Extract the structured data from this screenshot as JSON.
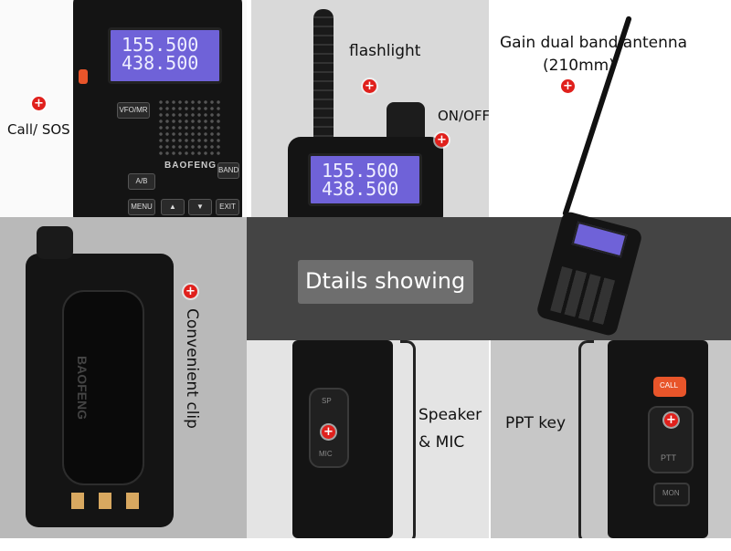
{
  "labels": {
    "flashlight": "flashlight",
    "antenna_line1": "Gain dual band antenna",
    "antenna_line2": "(210mm)",
    "on_off": "ON/OFF",
    "call_sos": "Call/ SOS",
    "details": "Dtails showing",
    "clip": "Convenient clip",
    "speaker_line1": "Speaker",
    "speaker_line2": "& MIC",
    "ptt": "PPT key"
  },
  "lcd": {
    "freq1": "155.500",
    "freq2": "438.500"
  },
  "keys": {
    "vfo": "VFO/MR",
    "ab": "A/B",
    "band": "BAND",
    "menu": "MENU",
    "exit": "EXIT"
  },
  "device": {
    "brand": "BAOFENG",
    "sp": "SP",
    "mic": "MIC",
    "ptt": "PTT",
    "call": "CALL",
    "mon": "MON"
  },
  "marker_symbol": "+",
  "colors": {
    "marker": "#e0201c",
    "lcd": "#6f62d8",
    "band_dark": "#444444",
    "band_mid": "#6e6e6e"
  }
}
